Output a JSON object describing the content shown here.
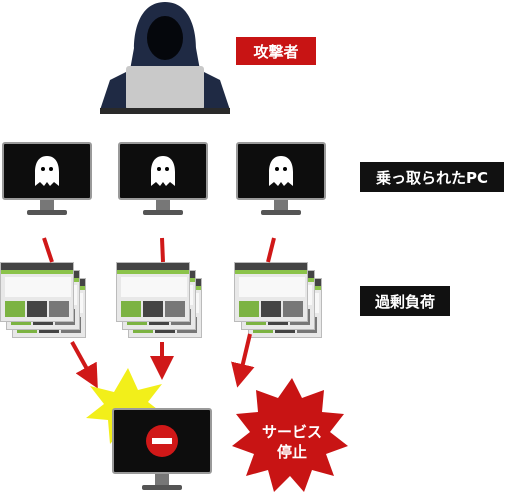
{
  "labels": {
    "attacker": "攻撃者",
    "hijacked": "乗っ取られたPC",
    "overload": "過剰負荷",
    "service_stop_line1": "サービス",
    "service_stop_line2": "停止"
  },
  "colors": {
    "red": "#c81414",
    "black": "#111111",
    "burst_yellow": "#f2ef1a",
    "green": "#8bc34a"
  },
  "icons": [
    "hooded-attacker-icon",
    "ghost-icon",
    "no-entry-icon",
    "laptop-icon",
    "website-mockup"
  ]
}
